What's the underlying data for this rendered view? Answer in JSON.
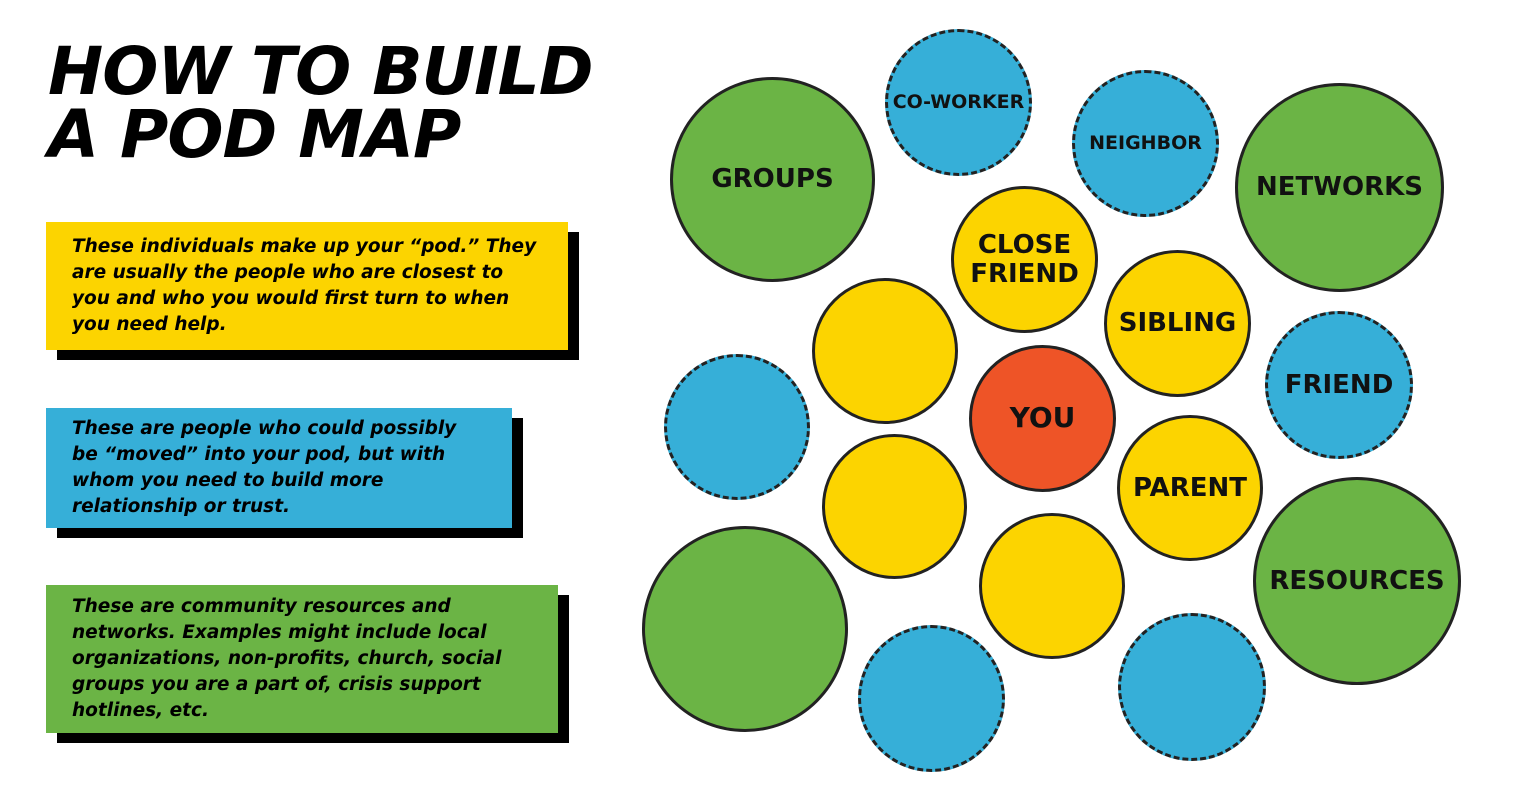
{
  "title": {
    "line1": "HOW TO BUILD",
    "line2": "A POD MAP"
  },
  "cards": {
    "pod": "These individuals make up your “pod.” They are usually the people who are closest to you and who you would first turn to when you need help.",
    "moveable": "These are people who could possibly be “moved” into your pod, but with whom you need to build more  relationship or trust.",
    "resources": "These are community resources and networks. Examples might include local organizations, non-profits, church, social groups you are a part of, crisis support hotlines, etc."
  },
  "colors": {
    "pod": "#fcd400",
    "moveable": "#36afd8",
    "resources": "#6bb445",
    "you": "#ee5427"
  },
  "map": {
    "groups": "GROUPS",
    "coworker": "CO-WORKER",
    "neighbor": "NEIGHBOR",
    "networks": "NETWORKS",
    "close_friend_1": "CLOSE",
    "close_friend_2": "FRIEND",
    "sibling": "SIBLING",
    "friend": "FRIEND",
    "you": "YOU",
    "parent": "PARENT",
    "resources": "RESOURCES"
  }
}
